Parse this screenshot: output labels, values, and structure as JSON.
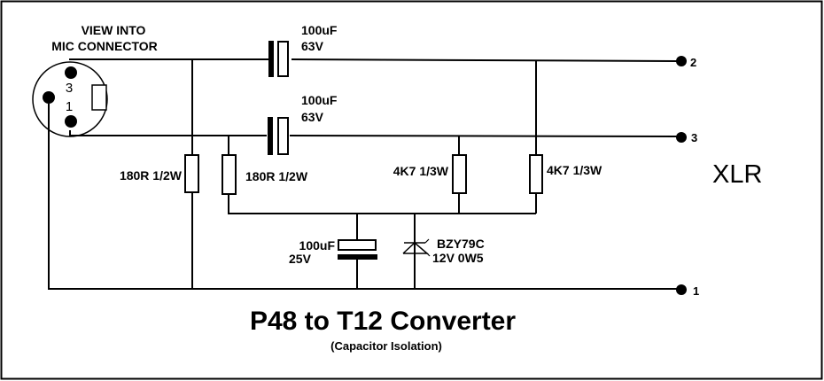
{
  "title": "P48 to T12 Converter",
  "subtitle": "(Capacitor Isolation)",
  "connector_label": {
    "line1": "VIEW INTO",
    "line2": "MIC CONNECTOR",
    "pin_labels": [
      "3",
      "1"
    ]
  },
  "output_label": "XLR",
  "terminals": [
    {
      "id": "pin2",
      "label": "2"
    },
    {
      "id": "pin3",
      "label": "3"
    },
    {
      "id": "pin1",
      "label": "1"
    }
  ],
  "components": {
    "c1": {
      "value": "100uF",
      "rating": "63V"
    },
    "c2": {
      "value": "100uF",
      "rating": "63V"
    },
    "c3": {
      "value": "100uF",
      "rating": "25V"
    },
    "r1": {
      "label": "180R 1/2W"
    },
    "r2": {
      "label": "180R 1/2W"
    },
    "r3": {
      "label": "4K7 1/3W"
    },
    "r4": {
      "label": "4K7 1/3W"
    },
    "d1": {
      "part": "BZY79C",
      "rating": "12V 0W5"
    }
  },
  "colors": {
    "ink": "#000000",
    "background": "#ffffff"
  }
}
